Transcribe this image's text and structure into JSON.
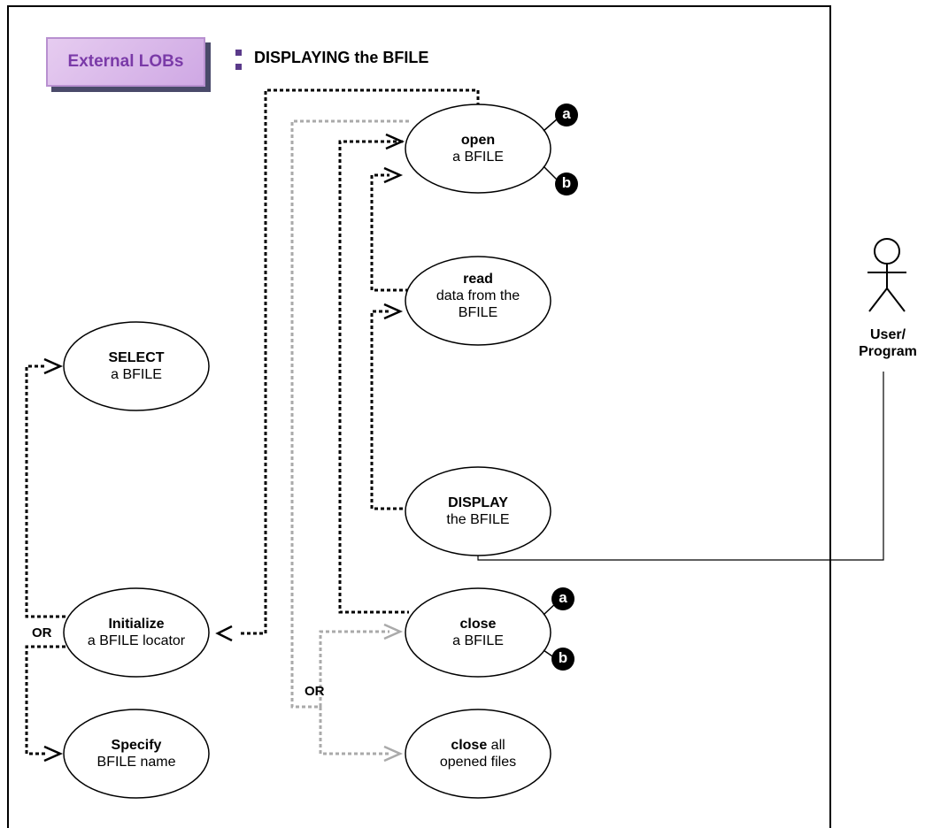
{
  "header": {
    "badge_label": "External LOBs",
    "title": "DISPLAYING the BFILE"
  },
  "use_cases": {
    "open": {
      "verb": "open",
      "object": "a BFILE"
    },
    "read": {
      "verb": "read",
      "object_line1": "data from the",
      "object_line2": "BFILE"
    },
    "display": {
      "verb": "DISPLAY",
      "object": "the BFILE"
    },
    "close": {
      "verb": "close",
      "object": "a BFILE"
    },
    "close_all": {
      "verb": "close",
      "verb_suffix": " all",
      "object": "opened files"
    },
    "select": {
      "verb": "SELECT",
      "object": "a BFILE"
    },
    "initialize": {
      "verb": "Initialize",
      "object": "a BFILE locator"
    },
    "specify": {
      "verb": "Specify",
      "object": "BFILE name"
    }
  },
  "markers": {
    "open_a": "a",
    "open_b": "b",
    "close_a": "a",
    "close_b": "b"
  },
  "or_labels": {
    "left": "OR",
    "middle": "OR"
  },
  "actor": {
    "line1": "User/",
    "line2": "Program"
  },
  "colors": {
    "black_path": "#000000",
    "gray_path": "#aaaaaa",
    "badge_text": "#7a3aa8"
  }
}
